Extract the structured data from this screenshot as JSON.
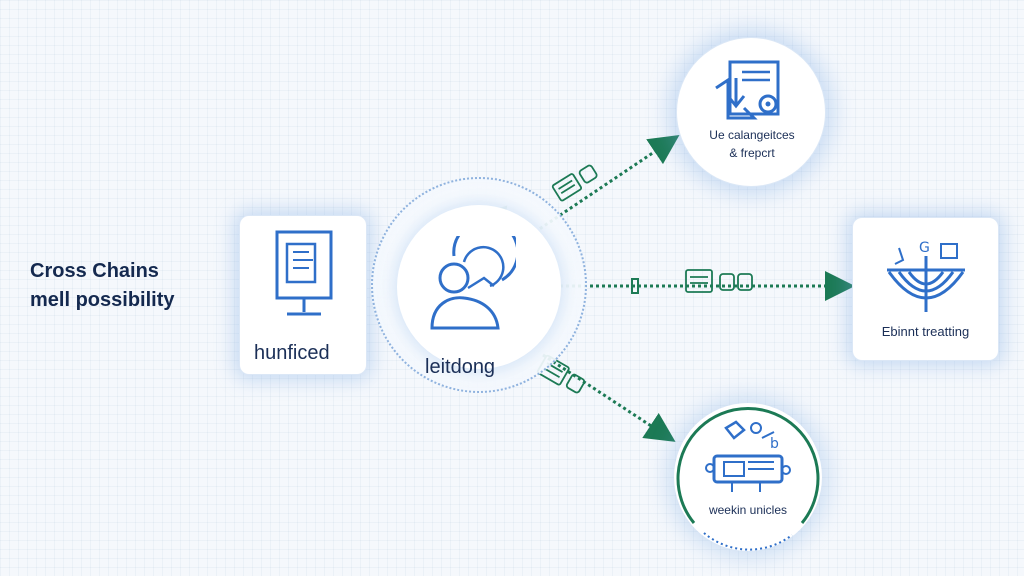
{
  "title": {
    "line1": "Cross Chains",
    "line2": "mell possibility"
  },
  "nodes": {
    "left": {
      "label": "hunficed",
      "icon": "document-monitor-icon"
    },
    "center": {
      "label": "leitdong",
      "icon": "person-cycle-icon"
    },
    "top_right": {
      "label_line1": "Ue calangeitces",
      "label_line2": "& frepcrt",
      "icon": "document-download-icon"
    },
    "right": {
      "label": "Ebinnt treatting",
      "icon": "bridge-icon"
    },
    "bottom_right": {
      "label": "weekin unicles",
      "icon": "circuit-board-icon"
    }
  },
  "connectors": {
    "to_top_label": "📠 🖷",
    "to_right_label": "📠 🖷",
    "to_bottom_label": "📠 🖷"
  },
  "colors": {
    "accent_blue": "#2f6fc9",
    "arrow_green": "#1c7a55",
    "text_dark": "#14294f"
  }
}
